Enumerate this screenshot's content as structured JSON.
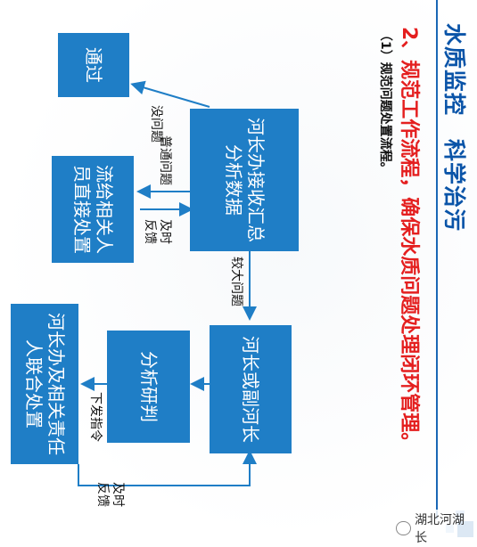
{
  "header": {
    "title": "水质监控　科学治污"
  },
  "section": {
    "heading": "2、规范工作流程，确保水质问题处理闭环管理。",
    "sub": "（1）规范问题处置流程。"
  },
  "nodes": {
    "center": "河长办接收汇总分析数据",
    "done": "通过",
    "handle": "流给相关人员直接处置",
    "deputy": "河长或副河长",
    "study": "分析研判",
    "joint": "河长办及相关责任人联合处置"
  },
  "edges": {
    "no_problem": "没问题",
    "normal": "普通问题",
    "feedback_top": "及时反馈",
    "bigger": "较大问题",
    "order": "下发指令",
    "feedback_bottom": "及时反馈"
  },
  "watermark": {
    "text": "湖北河湖长"
  },
  "colors": {
    "box": "#1f7ec6",
    "title": "#0a54a8",
    "heading": "#e41f1f"
  }
}
